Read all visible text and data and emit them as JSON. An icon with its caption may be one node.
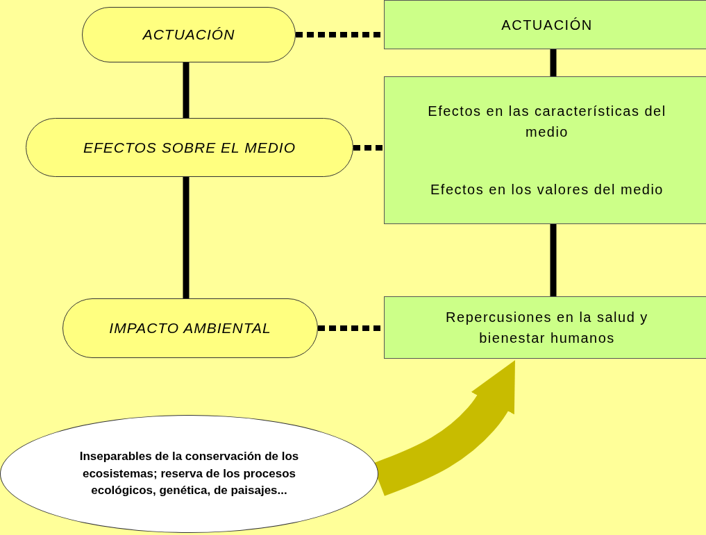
{
  "diagram": {
    "nodes": [
      {
        "text": [
          "ACTUACIÓN"
        ]
      },
      {
        "text": [
          "EFECTOS SOBRE EL MEDIO"
        ]
      },
      {
        "text": [
          "IMPACTO AMBIENTAL"
        ]
      },
      {
        "text": [
          "ACTUACIÓN"
        ]
      },
      {
        "text": [
          "Efectos en las características del medio",
          "Efectos en los valores del medio"
        ]
      },
      {
        "text": [
          "Repercusiones en la salud y bienestar humanos"
        ]
      },
      {
        "text": [
          "Inseparables de la conservación de los ecosistemas; reserva de los procesos ecológicos, genética, de paisajes..."
        ]
      }
    ],
    "edges": [
      {
        "from": 0,
        "to": 3,
        "arrow": "none",
        "style": "dashed"
      },
      {
        "from": 1,
        "to": 4,
        "arrow": "none",
        "style": "dashed"
      },
      {
        "from": 2,
        "to": 5,
        "arrow": "none",
        "style": "dashed"
      },
      {
        "from": 0,
        "to": 1,
        "arrow": "none"
      },
      {
        "from": 1,
        "to": 2,
        "arrow": "none"
      },
      {
        "from": 3,
        "to": 4,
        "arrow": "none"
      },
      {
        "from": 4,
        "to": 5,
        "arrow": "none"
      },
      {
        "from": 6,
        "to": 5,
        "arrow": "to",
        "style": "thick",
        "color": "#c8bc00"
      }
    ]
  }
}
